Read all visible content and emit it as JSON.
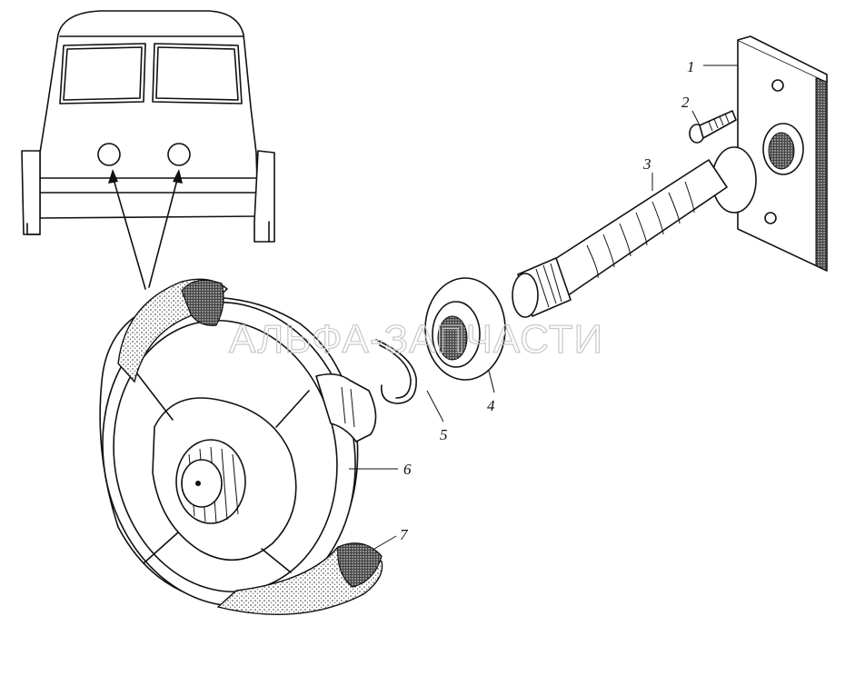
{
  "watermark": "АЛЬФА-ЗАПЧАСТИ",
  "callouts": [
    {
      "id": "1",
      "text": "1"
    },
    {
      "id": "2",
      "text": "2"
    },
    {
      "id": "3",
      "text": "3"
    },
    {
      "id": "4",
      "text": "4"
    },
    {
      "id": "5",
      "text": "5"
    },
    {
      "id": "6",
      "text": "6"
    },
    {
      "id": "7",
      "text": "7"
    }
  ],
  "colors": {
    "ink": "#111111",
    "paper": "#ffffff",
    "watermark": "#c8c8c8"
  }
}
